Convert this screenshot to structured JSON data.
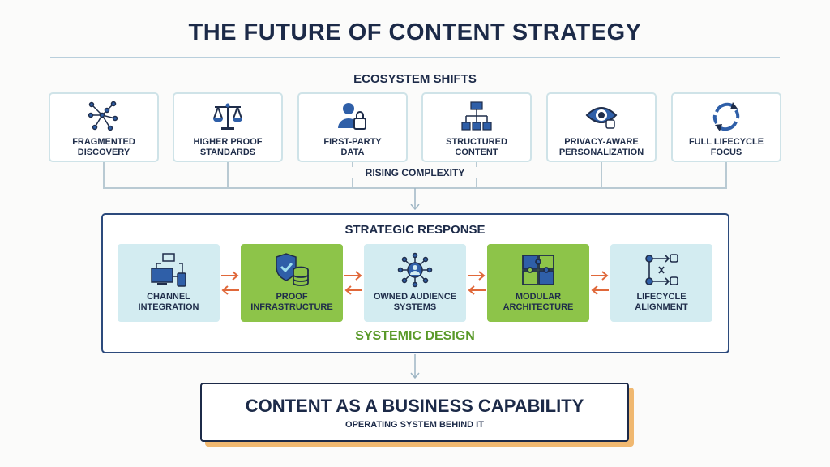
{
  "title": "THE FUTURE OF CONTENT STRATEGY",
  "ecosystem": {
    "heading": "ECOSYSTEM SHIFTS",
    "items": [
      {
        "line1": "FRAGMENTED",
        "line2": "DISCOVERY",
        "icon": "network-nodes-icon"
      },
      {
        "line1": "HIGHER PROOF",
        "line2": "STANDARDS",
        "icon": "scales-icon"
      },
      {
        "line1": "FIRST-PARTY",
        "line2": "DATA",
        "icon": "user-lock-icon"
      },
      {
        "line1": "STRUCTURED",
        "line2": "CONTENT",
        "icon": "hierarchy-icon"
      },
      {
        "line1": "PRIVACY-AWARE",
        "line2": "PERSONALIZATION",
        "icon": "eye-shield-icon"
      },
      {
        "line1": "FULL LIFECYCLE",
        "line2": "FOCUS",
        "icon": "cycle-arrows-icon"
      }
    ],
    "connector_label": "RISING COMPLEXITY"
  },
  "strategic": {
    "heading": "STRATEGIC RESPONSE",
    "items": [
      {
        "line1": "CHANNEL",
        "line2": "INTEGRATION",
        "icon": "devices-icon"
      },
      {
        "line1": "PROOF",
        "line2": "INFRASTRUCTURE",
        "icon": "shield-database-icon"
      },
      {
        "line1": "OWNED AUDIENCE",
        "line2": "SYSTEMS",
        "icon": "audience-hub-icon"
      },
      {
        "line1": "MODULAR",
        "line2": "ARCHITECTURE",
        "icon": "puzzle-icon"
      },
      {
        "line1": "LIFECYCLE",
        "line2": "ALIGNMENT",
        "icon": "flow-icon"
      }
    ],
    "footer": "SYSTEMIC DESIGN"
  },
  "capability": {
    "title": "CONTENT AS A BUSINESS CAPABILITY",
    "subtitle": "OPERATING SYSTEM BEHIND IT"
  },
  "colors": {
    "navy": "#1c2a48",
    "blue": "#2f5fa8",
    "lightblue": "#d3ecf1",
    "green": "#8dc449",
    "orange": "#e0683a"
  }
}
